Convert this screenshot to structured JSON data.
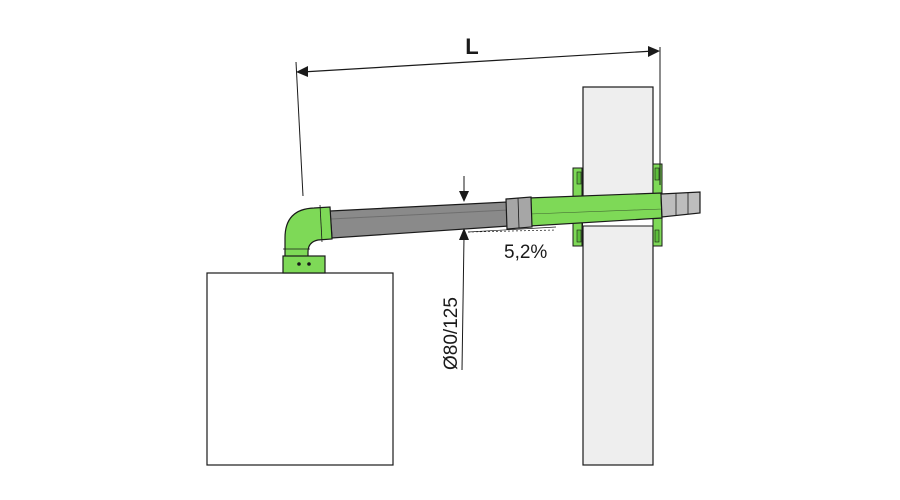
{
  "diagram": {
    "dimension_label": "L",
    "slope_label": "5,2%",
    "diameter_label": "Ø80/125"
  },
  "colors": {
    "background": "#ffffff",
    "line": "#1a1a1a",
    "wall_fill": "#eeeeee",
    "boiler_fill": "#ffffff",
    "accent_green": "#7ed957",
    "pipe_grey": "#8a8a8a",
    "terminal_grey": "#bdbdbd"
  },
  "icons": {
    "arrow": "filled-triangle-arrowhead"
  }
}
